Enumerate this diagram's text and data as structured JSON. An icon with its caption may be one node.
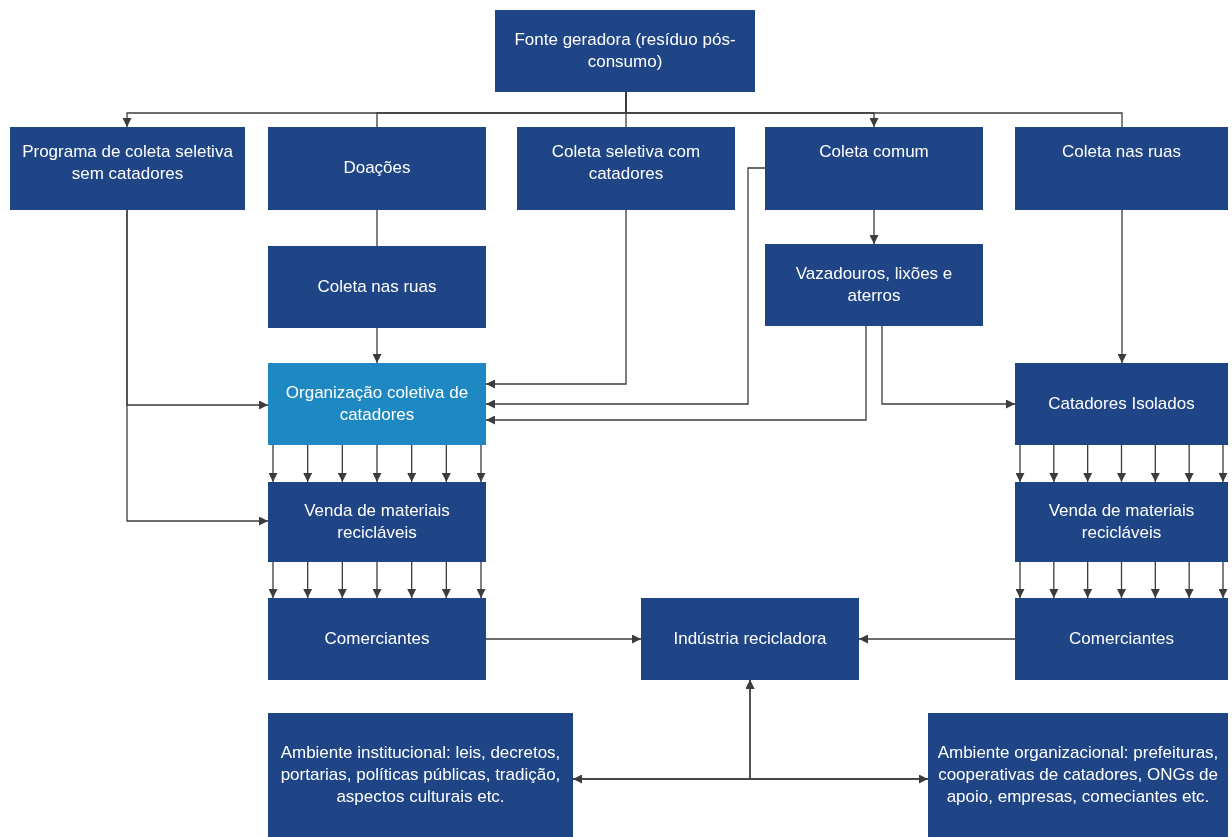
{
  "diagram": {
    "nodes": [
      {
        "text": [
          "Fonte geradora (resíduo pós-consumo)"
        ]
      },
      {
        "text": [
          "Programa de coleta seletiva sem catadores"
        ]
      },
      {
        "text": [
          "Doações"
        ]
      },
      {
        "text": [
          "Coleta seletiva com catadores"
        ]
      },
      {
        "text": [
          "Coleta comum"
        ]
      },
      {
        "text": [
          "Coleta nas ruas"
        ]
      },
      {
        "text": [
          "Coleta nas ruas"
        ]
      },
      {
        "text": [
          "Vazadouros, lixões e aterros"
        ]
      },
      {
        "text": [
          "Organização coletiva de catadores"
        ]
      },
      {
        "text": [
          "Catadores Isolados"
        ]
      },
      {
        "text": [
          "Venda de materiais recicláveis"
        ]
      },
      {
        "text": [
          "Venda de materiais recicláveis"
        ]
      },
      {
        "text": [
          "Comerciantes"
        ]
      },
      {
        "text": [
          "Indústria recicladora"
        ]
      },
      {
        "text": [
          "Comerciantes"
        ]
      },
      {
        "text": [
          "Ambiente institucional: leis, decretos, portarias, políticas públicas, tradição, aspectos culturais etc."
        ]
      },
      {
        "text": [
          "Ambiente organizacional: prefeituras, cooperativas de catadores, ONGs de apoio, empresas, comeciantes etc."
        ]
      }
    ],
    "edges": [
      {
        "from": 0,
        "to": 1,
        "arrow": "to"
      },
      {
        "from": 0,
        "to": 2,
        "arrow": "none"
      },
      {
        "from": 0,
        "to": 3,
        "arrow": "none"
      },
      {
        "from": 0,
        "to": 4,
        "arrow": "to"
      },
      {
        "from": 0,
        "to": 5,
        "arrow": "none"
      },
      {
        "from": 2,
        "to": 6,
        "arrow": "none"
      },
      {
        "from": 6,
        "to": 8,
        "arrow": "to"
      },
      {
        "from": 3,
        "to": 8,
        "arrow": "to"
      },
      {
        "from": 4,
        "to": 8,
        "arrow": "to"
      },
      {
        "from": 7,
        "to": 8,
        "arrow": "to"
      },
      {
        "from": 4,
        "to": 7,
        "arrow": "to"
      },
      {
        "from": 7,
        "to": 9,
        "arrow": "to"
      },
      {
        "from": 5,
        "to": 9,
        "arrow": "to"
      },
      {
        "from": 1,
        "to": 8,
        "arrow": "to"
      },
      {
        "from": 1,
        "to": 10,
        "arrow": "to"
      },
      {
        "from": 8,
        "to": 10,
        "arrow": "to"
      },
      {
        "from": 8,
        "to": 10,
        "arrow": "to"
      },
      {
        "from": 8,
        "to": 10,
        "arrow": "to"
      },
      {
        "from": 8,
        "to": 10,
        "arrow": "to"
      },
      {
        "from": 8,
        "to": 10,
        "arrow": "to"
      },
      {
        "from": 8,
        "to": 10,
        "arrow": "to"
      },
      {
        "from": 8,
        "to": 10,
        "arrow": "to"
      },
      {
        "from": 10,
        "to": 12,
        "arrow": "to"
      },
      {
        "from": 10,
        "to": 12,
        "arrow": "to"
      },
      {
        "from": 10,
        "to": 12,
        "arrow": "to"
      },
      {
        "from": 10,
        "to": 12,
        "arrow": "to"
      },
      {
        "from": 10,
        "to": 12,
        "arrow": "to"
      },
      {
        "from": 10,
        "to": 12,
        "arrow": "to"
      },
      {
        "from": 10,
        "to": 12,
        "arrow": "to"
      },
      {
        "from": 9,
        "to": 11,
        "arrow": "to"
      },
      {
        "from": 9,
        "to": 11,
        "arrow": "to"
      },
      {
        "from": 9,
        "to": 11,
        "arrow": "to"
      },
      {
        "from": 9,
        "to": 11,
        "arrow": "to"
      },
      {
        "from": 9,
        "to": 11,
        "arrow": "to"
      },
      {
        "from": 9,
        "to": 11,
        "arrow": "to"
      },
      {
        "from": 9,
        "to": 11,
        "arrow": "to"
      },
      {
        "from": 11,
        "to": 14,
        "arrow": "to"
      },
      {
        "from": 11,
        "to": 14,
        "arrow": "to"
      },
      {
        "from": 11,
        "to": 14,
        "arrow": "to"
      },
      {
        "from": 11,
        "to": 14,
        "arrow": "to"
      },
      {
        "from": 11,
        "to": 14,
        "arrow": "to"
      },
      {
        "from": 11,
        "to": 14,
        "arrow": "to"
      },
      {
        "from": 11,
        "to": 14,
        "arrow": "to"
      },
      {
        "from": 12,
        "to": 13,
        "arrow": "to"
      },
      {
        "from": 14,
        "to": 13,
        "arrow": "to"
      },
      {
        "from": 15,
        "to": 16,
        "arrow": "both"
      },
      {
        "from": 15,
        "to": 13,
        "arrow": "to"
      },
      {
        "from": 16,
        "to": 13,
        "arrow": "to"
      }
    ]
  }
}
